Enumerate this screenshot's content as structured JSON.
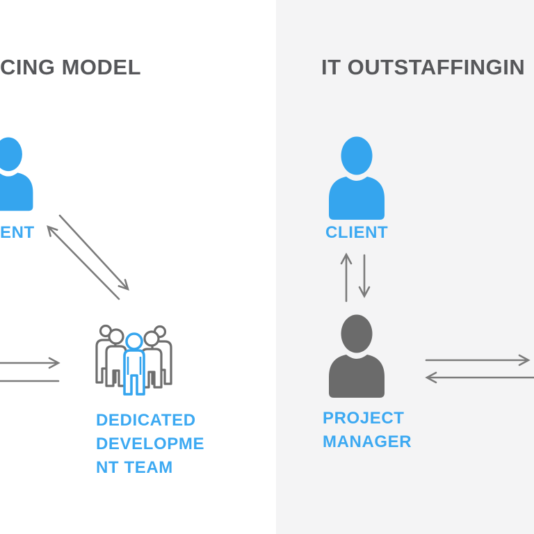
{
  "diagram": {
    "left_panel": {
      "title": "CING MODEL",
      "client_label": "ENT",
      "team_label_lines": [
        "DEDICATED",
        "DEVELOPME",
        "NT TEAM"
      ]
    },
    "right_panel": {
      "title": "IT OUTSTAFFINGIN",
      "client_label": "CLIENT",
      "manager_label_lines": [
        "PROJECT",
        "MANAGER"
      ]
    },
    "icons": {
      "left_client": "person-icon",
      "team": "team-group-icon",
      "right_client": "person-icon",
      "project_manager": "person-icon",
      "left_diagonal_arrows": "double-diagonal-arrows",
      "left_horizontal_arrows": "double-horizontal-arrows",
      "vertical_arrows": "up-down-arrows",
      "right_horizontal_arrows": "left-right-arrows"
    },
    "colors": {
      "accent_blue": "#35a5ee",
      "label_blue": "#3ca9f2",
      "icon_gray": "#6b6b6b",
      "team_outline_gray": "#6d6d6d",
      "title_gray": "#56575a",
      "arrow_gray": "#7b7b7b",
      "left_panel_bg": "#ffffff",
      "right_panel_bg": "#f4f4f5"
    }
  }
}
